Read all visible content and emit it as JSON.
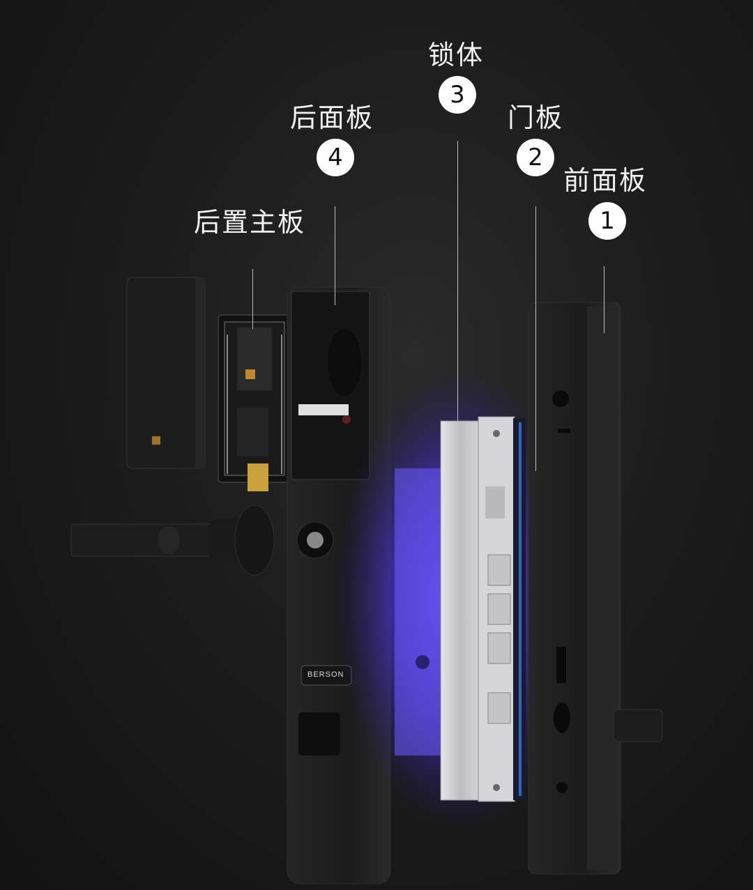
{
  "labels": {
    "rear_main_board": "后置主板",
    "rear_panel": "后面板",
    "lock_body": "锁体",
    "door_panel": "门板",
    "front_panel": "前面板"
  },
  "badges": {
    "rear_panel": "4",
    "lock_body": "3",
    "door_panel": "2",
    "front_panel": "1"
  },
  "brand": "BERSON",
  "colors": {
    "background": "#1c1c1c",
    "glow": "#5a3cff",
    "lock_metal": "#c8c8cc",
    "panel": "#1e1e1e"
  }
}
